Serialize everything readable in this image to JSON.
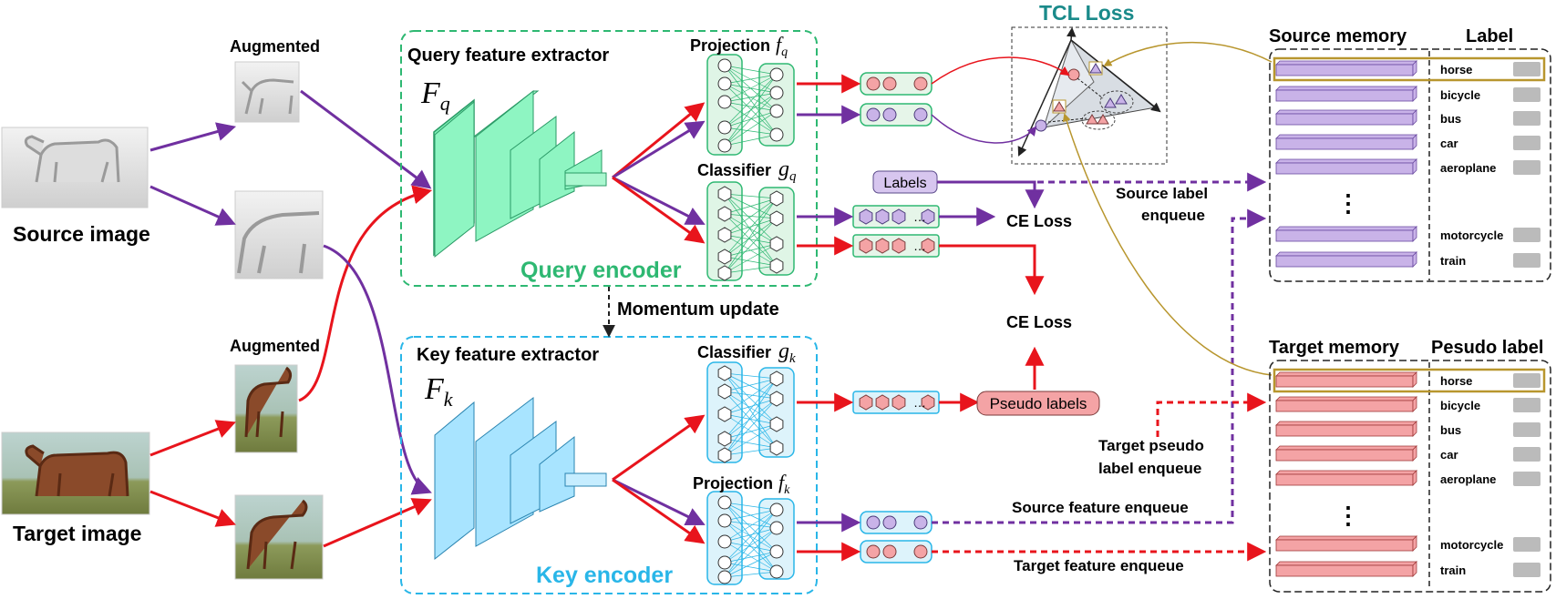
{
  "inputs": {
    "source_image": "Source image",
    "target_image": "Target image",
    "augmented_top": "Augmented",
    "augmented_bottom": "Augmented"
  },
  "query": {
    "extractor_label": "Query feature extractor",
    "extractor_symbol": "F",
    "extractor_sub": "q",
    "projection_label": "Projection",
    "projection_symbol": "f",
    "projection_sub": "q",
    "classifier_label": "Classifier",
    "classifier_symbol": "g",
    "classifier_sub": "q",
    "encoder_label": "Query encoder",
    "color": "#2eb872"
  },
  "key": {
    "extractor_label": "Key feature extractor",
    "extractor_symbol": "F",
    "extractor_sub": "k",
    "classifier_label": "Classifier",
    "classifier_symbol": "g",
    "classifier_sub": "k",
    "projection_label": "Projection",
    "projection_symbol": "f",
    "projection_sub": "k",
    "encoder_label": "Key encoder",
    "color": "#29b6e8"
  },
  "flow": {
    "momentum_update": "Momentum update",
    "labels": "Labels",
    "pseudo_labels": "Pseudo labels",
    "ce_loss_top": "CE Loss",
    "ce_loss_bottom": "CE Loss",
    "tcl_loss": "TCL Loss",
    "source_label_enqueue_1": "Source label",
    "source_label_enqueue_2": "enqueue",
    "target_pseudo_1": "Target pseudo",
    "target_pseudo_2": "label enqueue",
    "source_feature_enqueue": "Source feature enqueue",
    "target_feature_enqueue": "Target feature enqueue",
    "ellipsis": "…"
  },
  "source_memory": {
    "title": "Source memory",
    "label_header": "Label",
    "dots": "⋮",
    "rows": [
      "horse",
      "bicycle",
      "bus",
      "car",
      "aeroplane",
      "motorcycle",
      "train"
    ]
  },
  "target_memory": {
    "title": "Target memory",
    "label_header": "Pesudo label",
    "dots": "⋮",
    "rows": [
      "horse",
      "bicycle",
      "bus",
      "car",
      "aeroplane",
      "motorcycle",
      "train"
    ]
  },
  "colors": {
    "red": "#e8141c",
    "purple": "#7030a0",
    "source_feat": "#c9b3e8",
    "target_feat": "#f4a3a5",
    "tcl_title": "#1a8a8a",
    "gold": "#b8962e"
  }
}
